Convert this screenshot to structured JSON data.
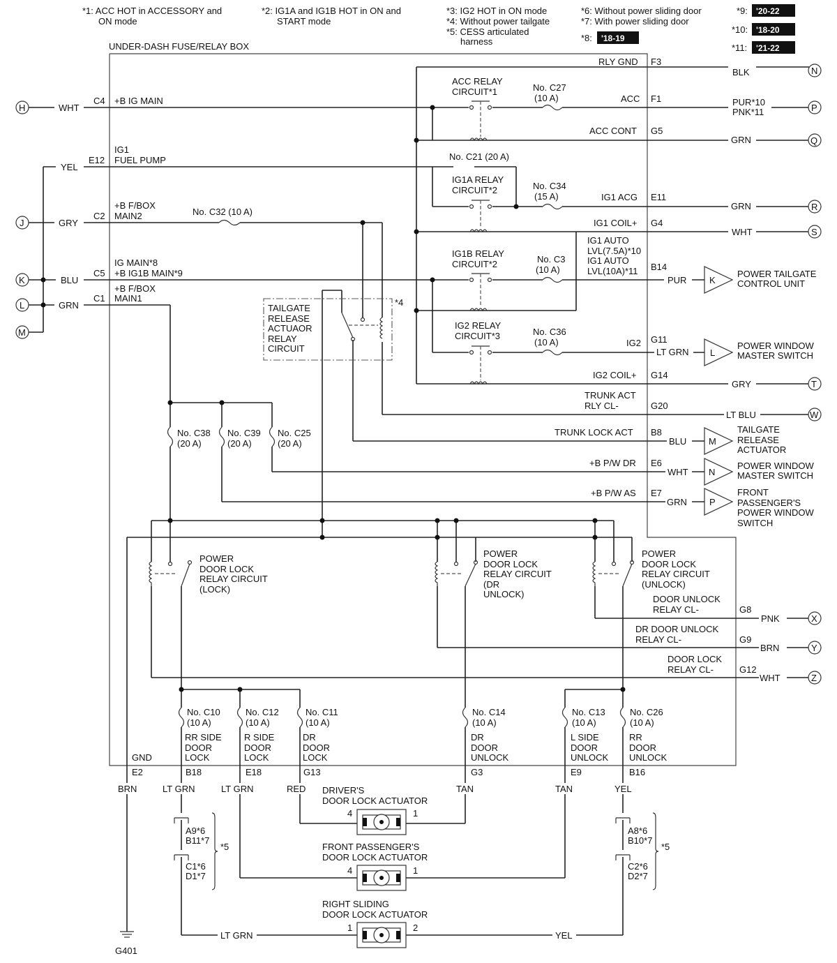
{
  "notes": {
    "n1": "*1:  ACC HOT in ACCESSORY and",
    "n1b": "ON mode",
    "n2": "*2:  IG1A and IG1B HOT in ON and",
    "n2b": "START mode",
    "n3": "*3:  IG2 HOT in ON mode",
    "n4": "*4:  Without power tailgate",
    "n5": "*5:  CESS articulated",
    "n5b": "harness",
    "n6": "*6:  Without power sliding door",
    "n7": "*7:  With power sliding door",
    "n8": "*8:",
    "n9": "*9:",
    "n10": "*10:",
    "n11": "*11:",
    "b8": "'18-19",
    "b9": "'20-22",
    "b10": "'18-20",
    "b11": "'21-22"
  },
  "box_title": "UNDER-DASH FUSE/RELAY BOX",
  "left": {
    "H": "H",
    "J": "J",
    "K": "K",
    "L": "L",
    "M": "M",
    "wH": "WHT",
    "wJ": "GRY",
    "wK": "BLU",
    "wL": "GRN",
    "wYel": "YEL",
    "cC4": "C4",
    "cE12": "E12",
    "cC2": "C2",
    "cC5": "C5",
    "cC1": "C1",
    "sC4": "+B IG MAIN",
    "sE12a": "IG1",
    "sE12b": "FUEL PUMP",
    "sC2a": "+B F/BOX",
    "sC2b": "MAIN2",
    "sC5a": "IG MAIN*8",
    "sC5b": "+B IG1B MAIN*9",
    "sC1a": "+B F/BOX",
    "sC1b": "MAIN1"
  },
  "relays": {
    "acc1": "ACC RELAY",
    "acc2": "CIRCUIT*1",
    "ig1a1": "IG1A RELAY",
    "ig1a2": "CIRCUIT*2",
    "ig1b1": "IG1B RELAY",
    "ig1b2": "CIRCUIT*2",
    "ig21": "IG2 RELAY",
    "ig22": "CIRCUIT*3",
    "tg1": "TAILGATE",
    "tg2": "RELEASE",
    "tg3": "ACTUAOR",
    "tg4": "RELAY",
    "tg5": "CIRCUIT",
    "tgnote": "*4",
    "pl1": "POWER",
    "pl2": "DOOR LOCK",
    "pl3": "RELAY CIRCUIT",
    "pl4": "(LOCK)",
    "pd1": "POWER",
    "pd2": "DOOR LOCK",
    "pd3": "RELAY CIRCUIT",
    "pd4": "(DR",
    "pd5": "UNLOCK)",
    "pu1": "POWER",
    "pu2": "DOOR LOCK",
    "pu3": "RELAY CIRCUIT",
    "pu4": "(UNLOCK)"
  },
  "fuses": {
    "c27a": "No. C27",
    "c27b": "(10 A)",
    "c21": "No. C21 (20 A)",
    "c34a": "No. C34",
    "c34b": "(15 A)",
    "c32": "No. C32 (10 A)",
    "c3a": "No. C3",
    "c3b": "(10 A)",
    "c36a": "No. C36",
    "c36b": "(10 A)",
    "c38a": "No. C38",
    "c38b": "(20 A)",
    "c39a": "No. C39",
    "c39b": "(20 A)",
    "c25a": "No. C25",
    "c25b": "(20 A)",
    "c10a": "No. C10",
    "c10b": "(10 A)",
    "c12a": "No. C12",
    "c12b": "(10 A)",
    "c11a": "No. C11",
    "c11b": "(10 A)",
    "c14a": "No. C14",
    "c14b": "(10 A)",
    "c13a": "No. C13",
    "c13b": "(10 A)",
    "c26a": "No. C26",
    "c26b": "(10 A)"
  },
  "right": {
    "rlygnd": "RLY GND",
    "f3": "F3",
    "blk": "BLK",
    "N": "N",
    "acc": "ACC",
    "f1": "F1",
    "pur10": "PUR*10",
    "pnk11": "PNK*11",
    "P": "P",
    "acccont": "ACC CONT",
    "g5": "G5",
    "grnq": "GRN",
    "Q": "Q",
    "ig1acg": "IG1 ACG",
    "e11": "E11",
    "grnr": "GRN",
    "R": "R",
    "ig1coil": "IG1 COIL+",
    "g4": "G4",
    "whts": "WHT",
    "S": "S",
    "auto1": "IG1 AUTO",
    "auto2": "LVL(7.5A)*10",
    "auto3": "IG1 AUTO",
    "auto4": "LVL(10A)*11",
    "b14": "B14",
    "purk": "PUR",
    "K": "K",
    "tgc1": "POWER TAILGATE",
    "tgc2": "CONTROL UNIT",
    "ig2": "IG2",
    "g11": "G11",
    "ltgrnl": "LT GRN",
    "Lc": "L",
    "pwm1": "POWER WINDOW",
    "pwm2": "MASTER SWITCH",
    "ig2coil": "IG2 COIL+",
    "g14": "G14",
    "gryt": "GRY",
    "T": "T",
    "trunk1": "TRUNK ACT",
    "trunk2": "RLY CL-",
    "g20": "G20",
    "ltblu": "LT BLU",
    "W": "W",
    "tla": "TRUNK LOCK ACT",
    "b8": "B8",
    "blum": "BLU",
    "Mc": "M",
    "tr1": "TAILGATE",
    "tr2": "RELEASE",
    "tr3": "ACTUATOR",
    "pwdr": "+B P/W DR",
    "e6": "E6",
    "whtn": "WHT",
    "Nc": "N",
    "pwm3": "POWER WINDOW",
    "pwm4": "MASTER SWITCH",
    "pwas": "+B P/W AS",
    "e7": "E7",
    "grnp": "GRN",
    "Pc": "P",
    "fp1": "FRONT",
    "fp2": "PASSENGER'S",
    "fp3": "POWER WINDOW",
    "fp4": "SWITCH",
    "du1": "DOOR UNLOCK",
    "du2": "RELAY CL-",
    "g8": "G8",
    "pnkx": "PNK",
    "X": "X",
    "ddu1": "DR DOOR UNLOCK",
    "ddu2": "RELAY CL-",
    "g9": "G9",
    "brny": "BRN",
    "Y": "Y",
    "dl1": "DOOR LOCK",
    "dl2": "RELAY CL-",
    "g12": "G12",
    "whtz": "WHT",
    "Z": "Z"
  },
  "bottom": {
    "gnd": "GND",
    "e2": "E2",
    "brn": "BRN",
    "g401": "G401",
    "rr1": "RR SIDE",
    "rr2": "DOOR",
    "rr3": "LOCK",
    "b18": "B18",
    "ltgrn1": "LT GRN",
    "r1": "R SIDE",
    "r2": "DOOR",
    "r3": "LOCK",
    "e18": "E18",
    "ltgrn2": "LT GRN",
    "d1": "DR",
    "d2": "DOOR",
    "d3": "LOCK",
    "g13": "G13",
    "red": "RED",
    "du1": "DR",
    "du2": "DOOR",
    "du3": "UNLOCK",
    "g3": "G3",
    "tan1": "TAN",
    "l1": "L SIDE",
    "l2": "DOOR",
    "l3": "UNLOCK",
    "e9": "E9",
    "tan2": "TAN",
    "ru1": "RR",
    "ru2": "DOOR",
    "ru3": "UNLOCK",
    "b16": "B16",
    "yel": "YEL",
    "a9": "A9*6",
    "b11": "B11*7",
    "c1": "C1*6",
    "d1c": "D1*7",
    "s5a": "*5",
    "a8": "A8*6",
    "b10": "B10*7",
    "c2": "C2*6",
    "d2c": "D2*7",
    "s5b": "*5",
    "act1a": "DRIVER'S",
    "act1b": "DOOR LOCK ACTUATOR",
    "p4a": "4",
    "p1a": "1",
    "act2a": "FRONT PASSENGER'S",
    "act2b": "DOOR LOCK ACTUATOR",
    "p4b": "4",
    "p1b": "1",
    "act3a": "RIGHT SLIDING",
    "act3b": "DOOR LOCK ACTUATOR",
    "p1c": "1",
    "p2c": "2",
    "ltgrn3": "LT GRN",
    "yel2": "YEL"
  }
}
